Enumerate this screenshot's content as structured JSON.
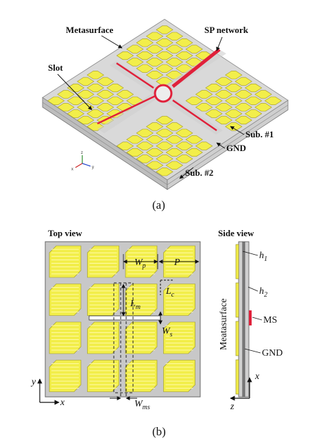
{
  "panel_a": {
    "caption": "(a)",
    "labels": {
      "metasurface": "Metasurface",
      "sp_network": "SP network",
      "slot": "Slot",
      "sub1": "Sub. #1",
      "gnd": "GND",
      "sub2": "Sub. #2"
    },
    "axis_labels": {
      "z": "z",
      "y": "y",
      "x": "x"
    },
    "colors": {
      "patch": "#f2ee4a",
      "patch_edge": "#a39a20",
      "substrate": "#d8d8d8",
      "feed": "#e0203a"
    }
  },
  "panel_b": {
    "caption": "(b)",
    "top_view_title": "Top view",
    "side_view_title": "Side view",
    "params": {
      "Wp_main": "W",
      "Wp_sub": "p",
      "P": "P",
      "Lc_main": "L",
      "Lc_sub": "c",
      "Lm_main": "L",
      "Lm_sub": "m",
      "Ws_main": "W",
      "Ws_sub": "s",
      "Wms_main": "W",
      "Wms_sub": "ms",
      "h1_main": "h",
      "h1_sub": "1",
      "h2_main": "h",
      "h2_sub": "2"
    },
    "side_labels": {
      "meatasurface": "Meatasurface",
      "ms": "MS",
      "gnd": "GND"
    },
    "axes_top": {
      "y": "y",
      "x": "x"
    },
    "axes_side": {
      "x": "x",
      "z": "z"
    },
    "colors": {
      "board": "#c8c8c8",
      "patch": "#f2ee4a",
      "stripe": "#fffaa8",
      "dashed": "#222222"
    }
  }
}
